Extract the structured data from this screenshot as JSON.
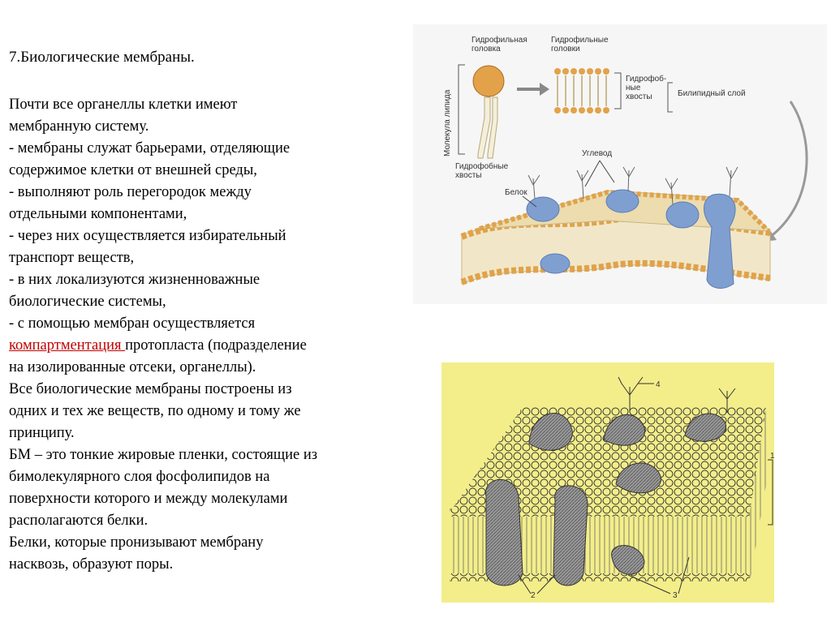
{
  "slide": {
    "title": "7.Биологические мембраны.",
    "lines": [
      "Почти все органеллы клетки имеют",
      "мембранную систему.",
      "- мембраны служат барьерами, отделяющие",
      "содержимое клетки от внешней среды,",
      "- выполняют роль перегородок между",
      "отдельными компонентами,",
      "- через них осуществляется избирательный",
      "транспорт веществ,",
      "- в них локализуются жизненноважные",
      "биологические системы,",
      "- с помощью мембран осуществляется"
    ],
    "link_text": "компартментация ",
    "link_tail": "протопласта (подразделение",
    "lines2": [
      "на изолированные отсеки, органеллы).",
      "Все биологические мембраны построены из",
      "одних и тех же веществ, по одному и тому же",
      "принципу.",
      "БМ – это тонкие жировые пленки, состоящие из",
      "бимолекулярного слоя фосфолипидов на",
      "поверхности которого и между молекулами",
      "располагаются белки.",
      "Белки, которые пронизывают мембрану",
      "насквозь, образуют поры."
    ]
  },
  "figure1": {
    "labels": {
      "head": "Гидрофильная головка",
      "heads": "Гидрофильные головки",
      "molecule": "Молекула липида",
      "tails_right": "Гидрофоб- ные хвосты",
      "bilayer": "Билипидный слой",
      "carb": "Углевод",
      "protein": "Белок",
      "tails_bottom": "Гидрофобные хвосты"
    }
  },
  "figure2": {
    "labels": {
      "n1": "1",
      "n2": "2",
      "n3": "3",
      "n4": "4"
    }
  },
  "colors": {
    "link": "#c00000",
    "lipid_head": "#e3a24a",
    "protein_blue": "#7f9fd1",
    "fig2_bg": "#f3ee8a"
  }
}
